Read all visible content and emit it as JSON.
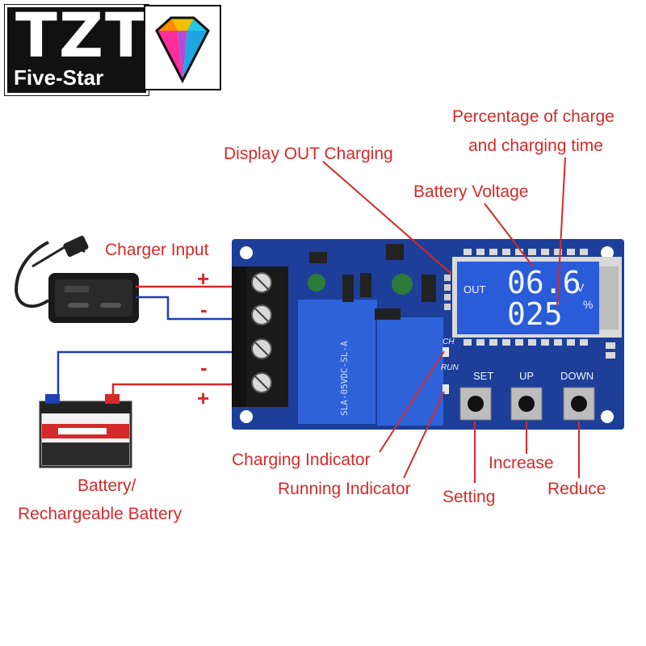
{
  "brand": {
    "name": "TZT",
    "tagline": "Five-Star"
  },
  "labels": {
    "percentage_line1": "Percentage of charge",
    "percentage_line2": "and charging time",
    "display_out": "Display OUT Charging",
    "battery_voltage": "Battery Voltage",
    "charger_input": "Charger Input",
    "charging_indicator": "Charging Indicator",
    "running_indicator": "Running Indicator",
    "setting": "Setting",
    "increase": "Increase",
    "reduce": "Reduce",
    "battery_line1": "Battery/",
    "battery_line2": "Rechargeable Battery"
  },
  "terminals": {
    "plus_top": "+",
    "minus_top": "-",
    "minus_bottom": "-",
    "plus_bottom": "+"
  },
  "lcd": {
    "out": "OUT",
    "voltage": "06.6",
    "voltage_unit": "V",
    "percent": "025",
    "percent_unit": "%"
  },
  "buttons": {
    "set": "SET",
    "up": "UP",
    "down": "DOWN"
  },
  "board_marks": {
    "ch": "CH",
    "run": "RUN",
    "relay_text": "SLA-05VDC-SL-A"
  },
  "colors": {
    "annotation": "#d42a2a",
    "wire_red": "#d42a2a",
    "wire_blue": "#1f3fb4",
    "pcb": "#1d3f9a",
    "lcd": "#2a5bd8"
  }
}
